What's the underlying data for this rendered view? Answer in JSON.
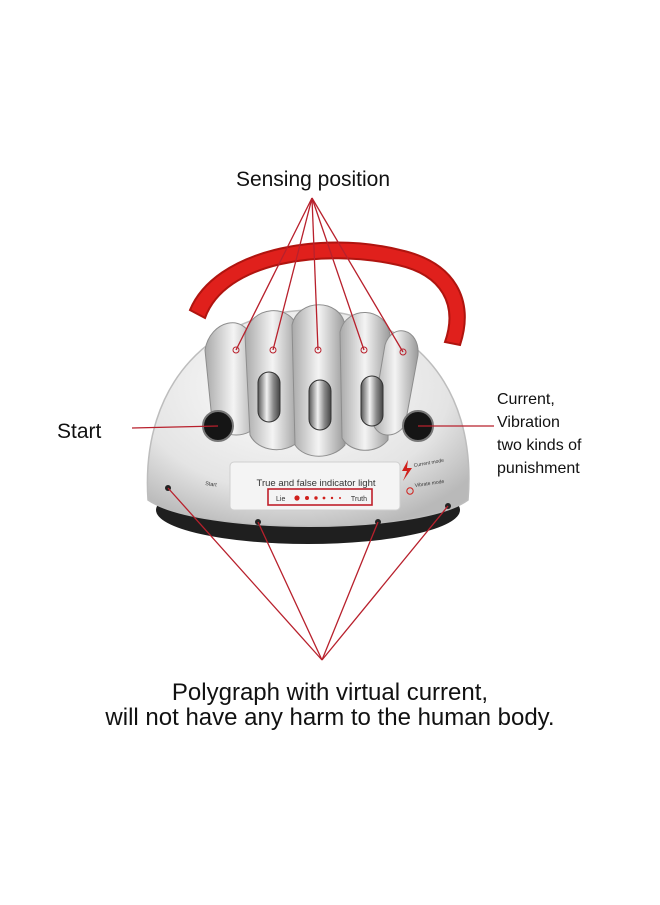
{
  "labels": {
    "sensing_position": "Sensing position",
    "start": "Start",
    "punishment_line1": "Current,",
    "punishment_line2": "Vibration",
    "punishment_line3": "two kinds of",
    "punishment_line4": "punishment",
    "caption_line1": "Polygraph with virtual current,",
    "caption_line2": "will not have any harm to the human body."
  },
  "device": {
    "indicator_title": "True and false indicator light",
    "lie": "Lie",
    "truth": "Truth",
    "start_small": "Start",
    "current_mode": "Current mode",
    "vibrate_mode": "Vibrate mode"
  },
  "colors": {
    "annotation_line": "#b8202c",
    "strap": "#e0201c",
    "body": "#e9e9e9",
    "base": "#222222"
  }
}
